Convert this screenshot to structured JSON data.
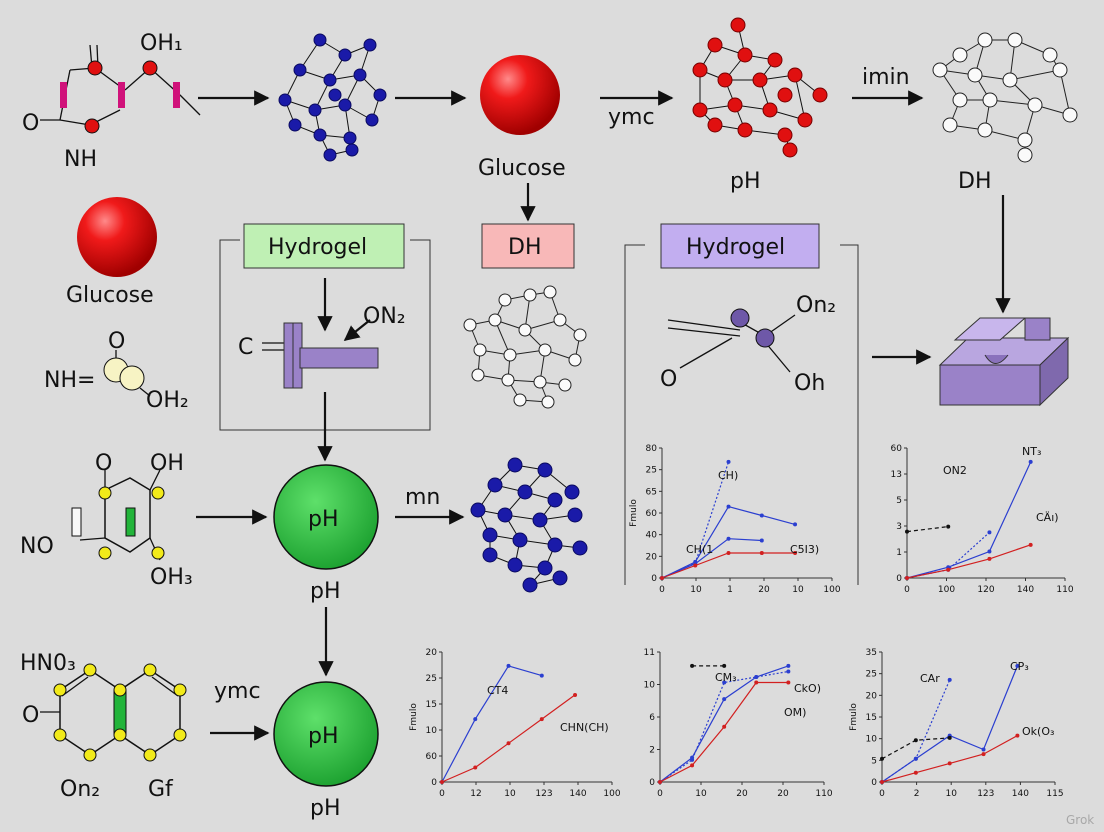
{
  "colors": {
    "red": "#e01010",
    "blue": "#1a1aa8",
    "green": "#22b43a",
    "purple": "#9a82c8",
    "yellow": "#f2ea1a",
    "magenta": "#d0127a",
    "box_green": "#bff0b4",
    "box_pink": "#f8b8b8",
    "box_purple": "#c2aef0",
    "series_blue": "#2b3fd0",
    "series_red": "#d22020"
  },
  "labels": {
    "oh1": "OH₁",
    "nh": "NH",
    "o_left": "O",
    "glucose_top": "Glucose",
    "ymc_top": "ymc",
    "ph_top": "pH",
    "imin": "imin",
    "dh_top": "DH",
    "glucose_left": "Glucose",
    "nh_eq": "NH=",
    "o_small": "O",
    "oh2": "OH₂",
    "hydrogel_1": "Hydrogel",
    "c_eq": "C",
    "on2_a": "ON₂",
    "dh_box": "DH",
    "hydrogel_2": "Hydrogel",
    "on2_b": "On₂",
    "o_mol": "O",
    "oh_mol": "Oh",
    "oh_ring": "OH",
    "no_ring": "NO",
    "oh3": "OH₃",
    "ph_circle_1": "pH",
    "ph_under_1": "pH",
    "mn": "mn",
    "hno3": "HN0₃",
    "o_bottom": "O",
    "on2_bottom": "On₂",
    "gf": "Gf",
    "ymc_bottom": "ymc",
    "ph_circle_2": "pH",
    "ph_under_2": "pH",
    "watermark": "Grok"
  },
  "chart_data": [
    {
      "type": "line",
      "ylabel": "Fmulo",
      "x_ticks": [
        "0",
        "10",
        "1",
        "20",
        "10",
        "100"
      ],
      "y_ticks": [
        "80",
        "25",
        "65",
        "60",
        "40",
        "20",
        "0"
      ],
      "annotations": [
        "CH)",
        "CH(1",
        "C5I3)"
      ],
      "series": [
        {
          "color": "blue",
          "x": [
            0,
            1,
            2
          ],
          "y": [
            0,
            8.5,
            65
          ]
        },
        {
          "color": "blue",
          "x": [
            0,
            1,
            2,
            3,
            4
          ],
          "y": [
            0,
            9,
            40,
            35,
            30
          ]
        },
        {
          "color": "blue",
          "x": [
            0,
            1,
            2,
            3
          ],
          "y": [
            0,
            8,
            22,
            21
          ]
        },
        {
          "color": "red",
          "x": [
            0,
            1,
            2,
            3,
            4
          ],
          "y": [
            0,
            7,
            14,
            14,
            14
          ]
        }
      ]
    },
    {
      "type": "line",
      "x_ticks": [
        "0",
        "100",
        "120",
        "140",
        "110"
      ],
      "y_ticks": [
        "60",
        "13",
        "5",
        "3",
        "1",
        "0"
      ],
      "annotations": [
        "NT₃",
        "ON2",
        "CÄı)"
      ],
      "series": [
        {
          "color": "blue",
          "x": [
            0,
            1,
            2
          ],
          "y": [
            0,
            1,
            5.5
          ]
        },
        {
          "color": "blue",
          "x": [
            0,
            1,
            2,
            3
          ],
          "y": [
            0,
            1.3,
            3.2,
            14
          ]
        },
        {
          "color": "red",
          "x": [
            0,
            1,
            2,
            3
          ],
          "y": [
            0,
            1.0,
            2.3,
            4
          ]
        },
        {
          "color": "black",
          "x": [
            0,
            1
          ],
          "y": [
            5.6,
            6.2
          ]
        }
      ]
    },
    {
      "type": "line",
      "ylabel": "Fmulo",
      "x_ticks": [
        "0",
        "12",
        "10",
        "123",
        "140",
        "100"
      ],
      "y_ticks": [
        "20",
        "25",
        "15",
        "10",
        "60",
        "0"
      ],
      "annotations": [
        "CT4",
        "CHN(CH)"
      ],
      "series": [
        {
          "color": "blue",
          "x": [
            0,
            1,
            2,
            3
          ],
          "y": [
            0,
            6.5,
            12,
            11
          ]
        },
        {
          "color": "red",
          "x": [
            0,
            1,
            2,
            3,
            4
          ],
          "y": [
            0,
            1.5,
            4,
            6.5,
            9
          ]
        }
      ]
    },
    {
      "type": "line",
      "x_ticks": [
        "0",
        "10",
        "20",
        "20",
        "110"
      ],
      "y_ticks": [
        "11",
        "10",
        "6",
        "2",
        "0"
      ],
      "annotations": [
        "CM₃",
        "CkO)",
        "OM)"
      ],
      "series": [
        {
          "color": "blue",
          "x": [
            0,
            1,
            2,
            3,
            4
          ],
          "y": [
            0,
            2,
            9,
            9.5,
            10
          ]
        },
        {
          "color": "blue",
          "x": [
            0,
            1,
            2,
            3,
            4
          ],
          "y": [
            0,
            2.2,
            7.5,
            9.5,
            10.5
          ]
        },
        {
          "color": "red",
          "x": [
            0,
            1,
            2,
            3,
            4
          ],
          "y": [
            0,
            1.5,
            5,
            9,
            9
          ]
        },
        {
          "color": "black",
          "x": [
            1,
            2
          ],
          "y": [
            10.5,
            10.5
          ]
        }
      ]
    },
    {
      "type": "line",
      "ylabel": "Fmulo",
      "x_ticks": [
        "0",
        "2",
        "10",
        "123",
        "140",
        "115"
      ],
      "y_ticks": [
        "35",
        "25",
        "20",
        "15",
        "10",
        "5",
        "0"
      ],
      "annotations": [
        "CAr",
        "CP₃",
        "Ok(O₃"
      ],
      "series": [
        {
          "color": "blue",
          "x": [
            0,
            1,
            2
          ],
          "y": [
            0,
            5,
            22
          ]
        },
        {
          "color": "blue",
          "x": [
            0,
            1,
            2,
            3,
            4
          ],
          "y": [
            0,
            5,
            10,
            7,
            25
          ]
        },
        {
          "color": "red",
          "x": [
            0,
            1,
            2,
            3,
            4
          ],
          "y": [
            0,
            2,
            4,
            6,
            10
          ]
        },
        {
          "color": "black",
          "x": [
            0,
            1,
            2
          ],
          "y": [
            5,
            9,
            9.5
          ]
        }
      ]
    }
  ]
}
